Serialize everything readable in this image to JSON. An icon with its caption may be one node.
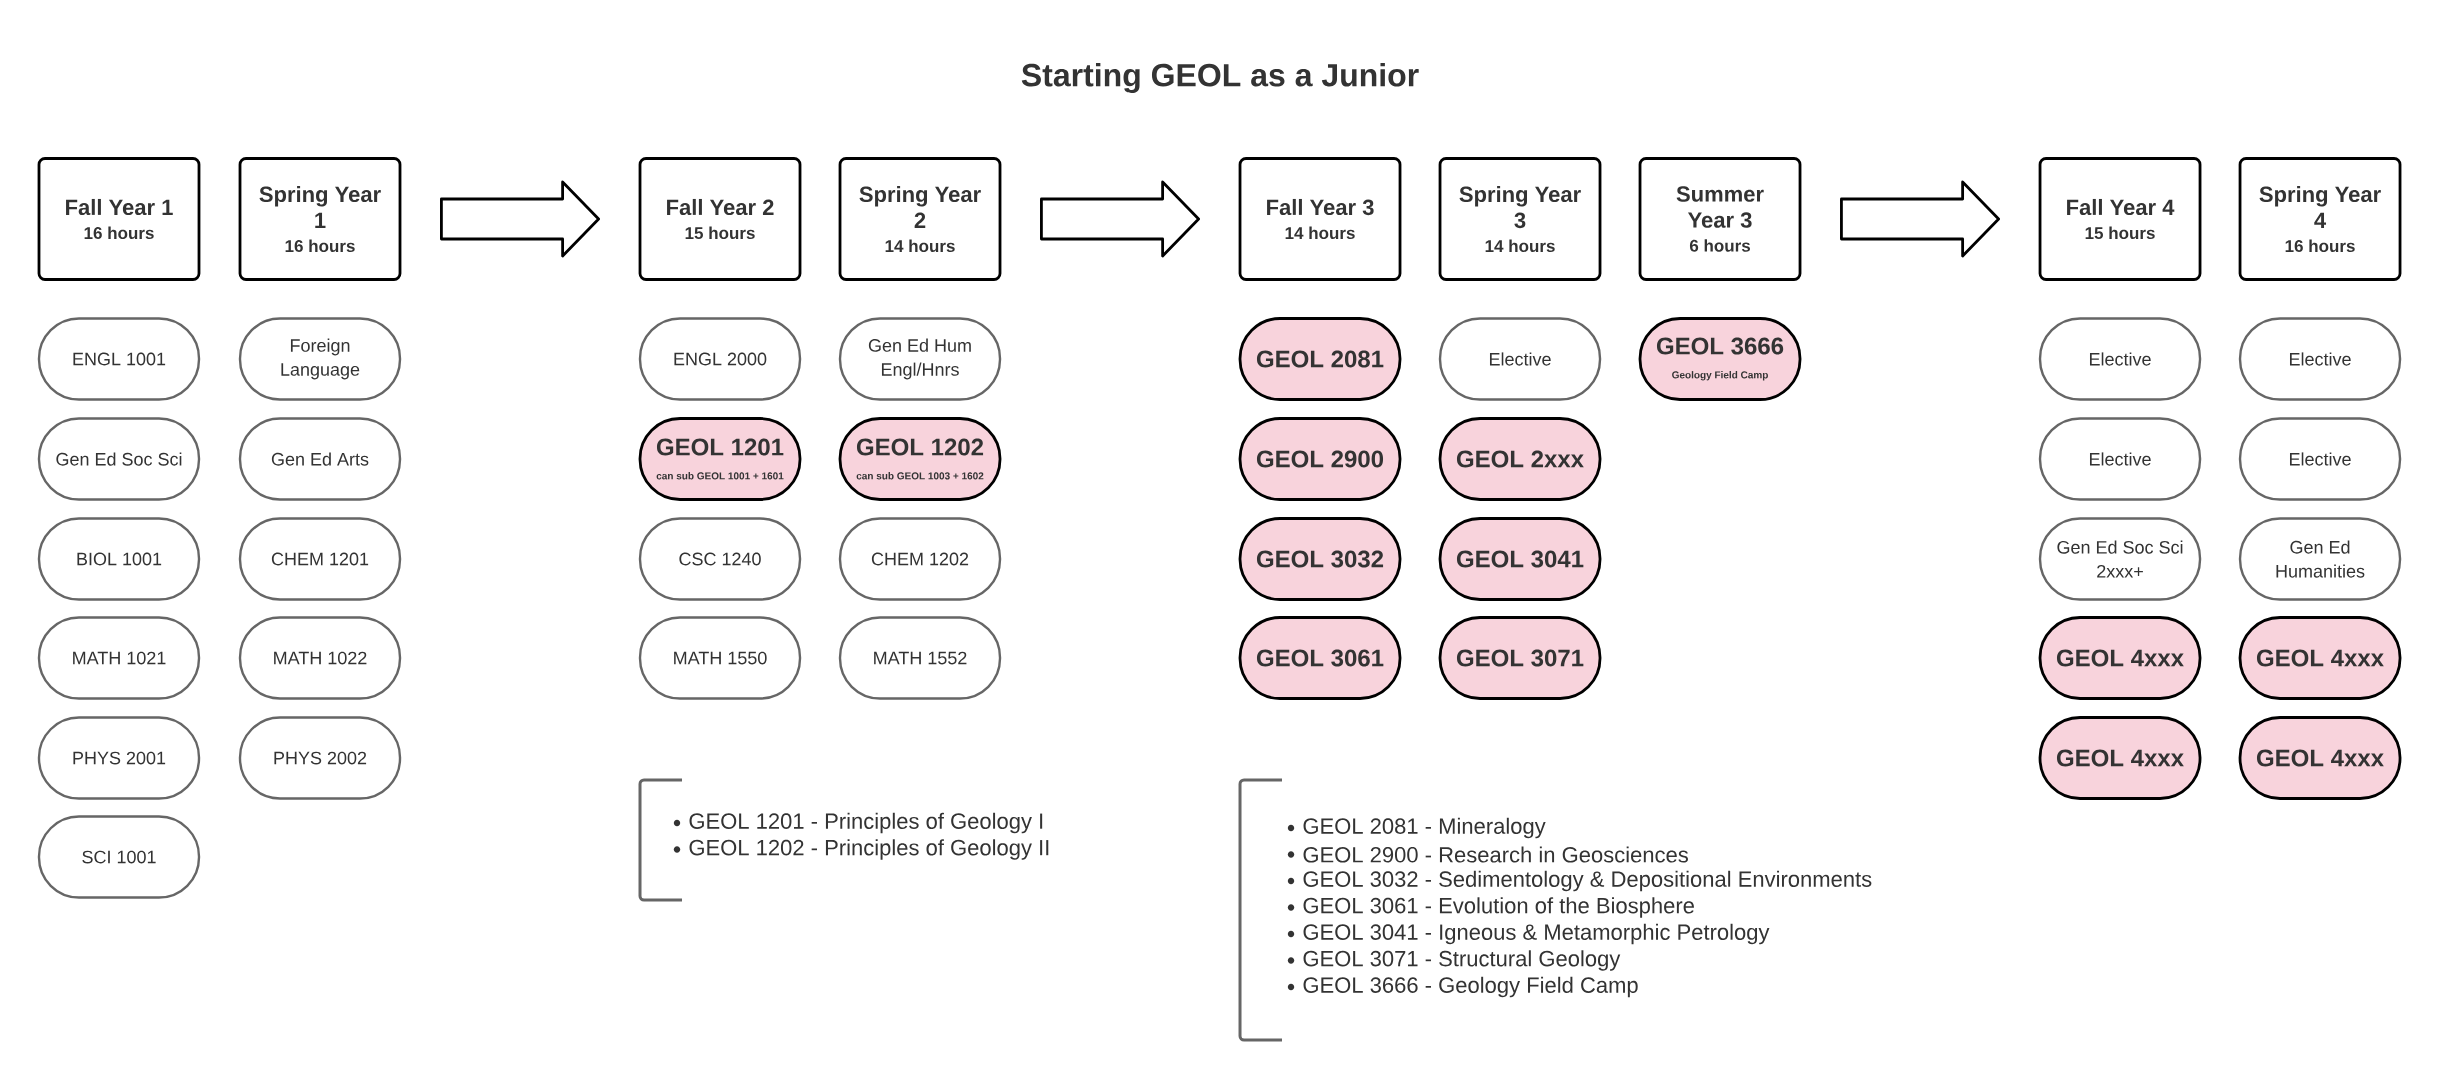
{
  "diagram": {
    "title": "Starting GEOL as a Junior",
    "nodes": [
      {
        "text": [
          "Fall Year 1",
          "16 hours"
        ]
      },
      {
        "text": [
          "ENGL 1001"
        ]
      },
      {
        "text": [
          "Gen Ed Soc Sci"
        ]
      },
      {
        "text": [
          "BIOL 1001"
        ]
      },
      {
        "text": [
          "MATH 1021"
        ]
      },
      {
        "text": [
          "PHYS 2001"
        ]
      },
      {
        "text": [
          "SCI 1001"
        ]
      },
      {
        "text": [
          "Spring Year 1",
          "16 hours"
        ]
      },
      {
        "text": [
          "Foreign Language"
        ]
      },
      {
        "text": [
          "Gen Ed Arts"
        ]
      },
      {
        "text": [
          "CHEM 1201"
        ]
      },
      {
        "text": [
          "MATH 1022"
        ]
      },
      {
        "text": [
          "PHYS 2002"
        ]
      },
      {
        "text": [
          "Fall Year 2",
          "15 hours"
        ]
      },
      {
        "text": [
          "ENGL 2000"
        ]
      },
      {
        "text": [
          "GEOL 1201",
          "can sub GEOL 1001 + 1601"
        ]
      },
      {
        "text": [
          "CSC 1240"
        ]
      },
      {
        "text": [
          "MATH 1550"
        ]
      },
      {
        "text": [
          "Spring Year 2",
          "14 hours"
        ]
      },
      {
        "text": [
          "Gen Ed Hum Engl/Hnrs"
        ]
      },
      {
        "text": [
          "GEOL 1202",
          "can sub GEOL 1003 + 1602"
        ]
      },
      {
        "text": [
          "CHEM 1202"
        ]
      },
      {
        "text": [
          "MATH 1552"
        ]
      },
      {
        "text": [
          "Fall Year 3",
          "14 hours"
        ]
      },
      {
        "text": [
          "GEOL 2081"
        ]
      },
      {
        "text": [
          "GEOL 2900"
        ]
      },
      {
        "text": [
          "GEOL 3032"
        ]
      },
      {
        "text": [
          "GEOL 3061"
        ]
      },
      {
        "text": [
          "Spring Year 3",
          "14 hours"
        ]
      },
      {
        "text": [
          "Elective"
        ]
      },
      {
        "text": [
          "GEOL 2xxx"
        ]
      },
      {
        "text": [
          "GEOL 3041"
        ]
      },
      {
        "text": [
          "GEOL 3071"
        ]
      },
      {
        "text": [
          "Summer Year 3",
          "6 hours"
        ]
      },
      {
        "text": [
          "GEOL 3666",
          "Geology Field Camp"
        ]
      },
      {
        "text": [
          "Fall Year 4",
          "15 hours"
        ]
      },
      {
        "text": [
          "Elective"
        ]
      },
      {
        "text": [
          "Elective"
        ]
      },
      {
        "text": [
          "Gen Ed Soc Sci 2xxx+"
        ]
      },
      {
        "text": [
          "GEOL 4xxx"
        ]
      },
      {
        "text": [
          "GEOL 4xxx"
        ]
      },
      {
        "text": [
          "Spring Year 4",
          "16 hours"
        ]
      },
      {
        "text": [
          "Elective"
        ]
      },
      {
        "text": [
          "Elective"
        ]
      },
      {
        "text": [
          "Gen Ed Humanities"
        ]
      },
      {
        "text": [
          "GEOL 4xxx"
        ]
      },
      {
        "text": [
          "GEOL 4xxx"
        ]
      }
    ],
    "edges": [
      {
        "from": 7,
        "to": 13,
        "arrow": "to"
      },
      {
        "from": 18,
        "to": 23,
        "arrow": "to"
      },
      {
        "from": 33,
        "to": 35,
        "arrow": "to"
      }
    ],
    "labels": [
      "GEOL 1201 - Principles of Geology I",
      "GEOL 1202 - Principles of Geology II",
      "GEOL 2081 - Mineralogy",
      "GEOL 2900 - Research in Geosciences",
      "GEOL 3032 - Sedimentology & Depositional Environments",
      "GEOL 3061 - Evolution of the Biosphere",
      "GEOL 3041 - Igneous & Metamorphic Petrology",
      "GEOL 3071 - Structural Geology",
      "GEOL 3666 - Geology Field Camp"
    ]
  }
}
